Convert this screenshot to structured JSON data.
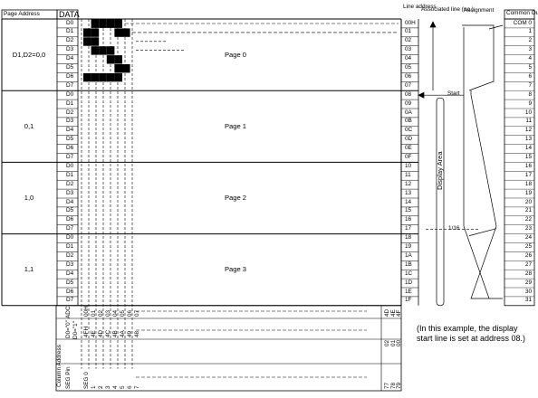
{
  "header": {
    "page_address": "Page Address",
    "data": "DATA",
    "line_address": "Line address",
    "associated_line": "Associated line (no.)",
    "assignment": "Assignment",
    "common_output": "Common Output"
  },
  "page_groups": [
    {
      "address": "D1,D2=0,0",
      "page": "Page 0"
    },
    {
      "address": "0,1",
      "page": "Page 1"
    },
    {
      "address": "1,0",
      "page": "Page 2"
    },
    {
      "address": "1,1",
      "page": "Page 3"
    }
  ],
  "data_bits": [
    "D0",
    "D1",
    "D2",
    "D3",
    "D4",
    "D5",
    "D6",
    "D7"
  ],
  "line_addresses": [
    "00H",
    "01",
    "02",
    "03",
    "04",
    "05",
    "06",
    "07",
    "08",
    "09",
    "0A",
    "0B",
    "0C",
    "0D",
    "0E",
    "0F",
    "10",
    "11",
    "12",
    "13",
    "14",
    "15",
    "16",
    "17",
    "18",
    "19",
    "1A",
    "1B",
    "1C",
    "1D",
    "1E",
    "1F"
  ],
  "common_outputs": [
    "COM 0",
    "1",
    "2",
    "3",
    "4",
    "5",
    "6",
    "7",
    "8",
    "9",
    "10",
    "11",
    "12",
    "13",
    "14",
    "15",
    "16",
    "17",
    "18",
    "19",
    "20",
    "21",
    "22",
    "23",
    "24",
    "25",
    "26",
    "27",
    "28",
    "29",
    "30",
    "31"
  ],
  "annotations": {
    "start": "Start",
    "display_area": "Display Area",
    "duty": "1/16"
  },
  "column_table": {
    "column_address": "Column Address",
    "adc": "ADC",
    "adc_zero": "D0=\"0\"",
    "adc_one": "D0=\"1\"",
    "seg_pin": "SEG Pin",
    "row0": [
      "00H",
      "01",
      "02",
      "03",
      "04",
      "05",
      "06",
      "07"
    ],
    "row1": [
      "4FH",
      "4E",
      "4D",
      "4C",
      "4B",
      "4A",
      "49",
      "48"
    ],
    "row2": [
      "SEG 0",
      "1",
      "2",
      "3",
      "4",
      "5",
      "6",
      "7"
    ],
    "tail0": [
      "4D",
      "4E",
      "4F"
    ],
    "tail1": [
      "02",
      "01",
      "00"
    ],
    "tail2": [
      "77",
      "78",
      "79"
    ]
  },
  "note": "(In this example, the display start line is set at address 08.)"
}
